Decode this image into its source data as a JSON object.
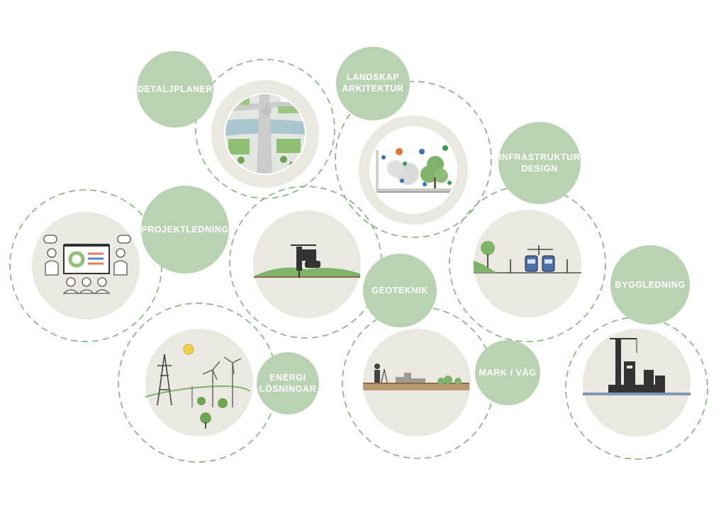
{
  "services": {
    "detaljplaner": "DETALJPLANER",
    "landskap_1": "LANDSKAP",
    "landskap_2": "ARKITEKTUR",
    "infrastruktur_1": "INFRASTRUKTUR",
    "infrastruktur_2": "DESIGN",
    "projektledning": "PROJEKTLEDNING",
    "geoteknik": "GEOTEKNIK",
    "byggledning": "BYGGLEDNING",
    "energi_1": "ENERGI",
    "energi_2": "LÖSNINGAR",
    "mark_vag": "MARK / VÄG"
  },
  "colors": {
    "label_circle": "#b9d3b2",
    "illustration_bg": "#ebe8e2",
    "dashed_ring": "#7fb37a"
  },
  "icons": [
    "city-plan-map-icon",
    "landscape-section-icon",
    "railway-electric-icon",
    "presentation-meeting-icon",
    "excavator-icon",
    "wind-power-icon",
    "surveyor-road-icon",
    "construction-crane-icon"
  ]
}
